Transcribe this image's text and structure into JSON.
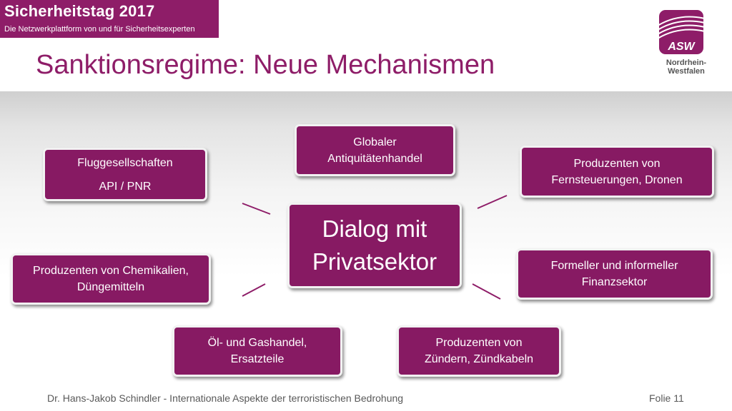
{
  "header": {
    "event_title": "Sicherheitstag 2017",
    "event_subtitle": "Die Netzwerkplattform von und für Sicherheitsexperten",
    "slide_title": "Sanktionsregime: Neue Mechanismen"
  },
  "logo": {
    "text": "ASW",
    "region": "Nordrhein-Westfalen"
  },
  "diagram": {
    "center": {
      "line1": "Dialog mit",
      "line2": "Privatsektor"
    },
    "nodes": {
      "airlines": {
        "line1": "Fluggesellschaften",
        "line2": "API / PNR"
      },
      "antiquities": {
        "line1": "Globaler",
        "line2": "Antiquitätenhandel"
      },
      "drones": {
        "line1": "Produzenten von",
        "line2": "Fernsteuerungen, Dronen"
      },
      "chemicals": {
        "line1": "Produzenten von Chemikalien,",
        "line2": "Düngemitteln"
      },
      "finance": {
        "line1": "Formeller und informeller",
        "line2": "Finanzsektor"
      },
      "oil": {
        "line1": "Öl- und Gashandel,",
        "line2": "Ersatzteile"
      },
      "detonators": {
        "line1": "Produzenten von",
        "line2": "Zündern, Zündkabeln"
      }
    }
  },
  "footer": {
    "text": "Dr. Hans-Jakob Schindler - Internationale Aspekte der terroristischen Bedrohung",
    "page": "Folie 11"
  },
  "colors": {
    "brand": "#8e1d68",
    "box": "#871a63",
    "connector": "#8e1d68"
  }
}
